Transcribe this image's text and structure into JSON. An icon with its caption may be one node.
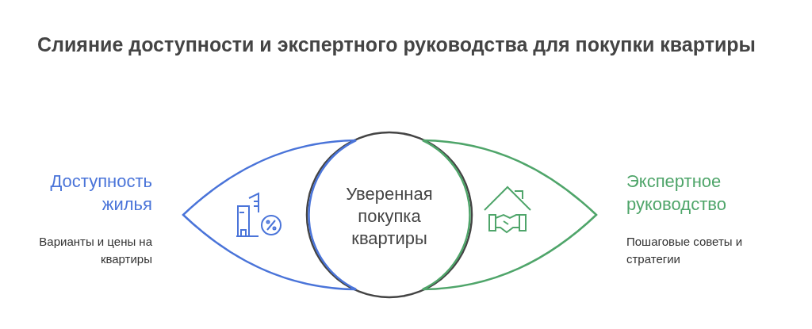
{
  "diagram": {
    "title": "Слияние доступности и экспертного руководства для покупки квартиры",
    "nodes": [
      {
        "text": [
          "Доступность жилья",
          "Варианты и цены на квартиры"
        ]
      },
      {
        "text": [
          "Уверенная покупка квартиры"
        ]
      },
      {
        "text": [
          "Экспертное руководство",
          "Пошаговые советы и стратегии"
        ]
      }
    ],
    "edges": []
  }
}
